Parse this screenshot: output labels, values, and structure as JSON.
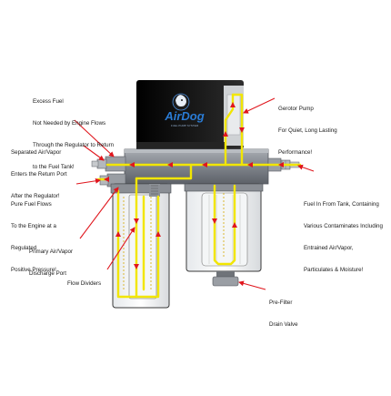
{
  "brand": {
    "name": "AirDog",
    "tagline": "FUEL PUMP SYSTEM"
  },
  "colors": {
    "flow": "#f2e600",
    "arrow": "#e0161d",
    "body": "#7e8289",
    "motor": "#111111"
  },
  "icons": {
    "logo": "dog-head-logo"
  },
  "labels": {
    "excess_fuel": [
      "Excess Fuel",
      "Not Needed by Engine Flows",
      "Through the Regulator to Return",
      "to the Fuel Tank!"
    ],
    "separated_air": [
      "Separated Air/Vapor",
      "Enters the Return Port",
      "After the Regulator!"
    ],
    "pure_fuel": [
      "Pure Fuel Flows",
      "To the Engine at a",
      "Regulated",
      "Positive Pressure!"
    ],
    "primary_air": [
      "Primary Air/Vapor",
      "Discharge Port"
    ],
    "flow_dividers": [
      "Flow Dividers"
    ],
    "gerotor_pump": [
      "Gerotor Pump",
      "For Quiet, Long Lasting",
      "Performance!"
    ],
    "fuel_in": [
      "Fuel In From Tank, Containing",
      "Various Contaminates Including",
      "Entrained Air/Vapor,",
      "Particulates & Moisture!"
    ],
    "prefilter_drain": [
      "Pre-Filter",
      "Drain Valve"
    ]
  }
}
